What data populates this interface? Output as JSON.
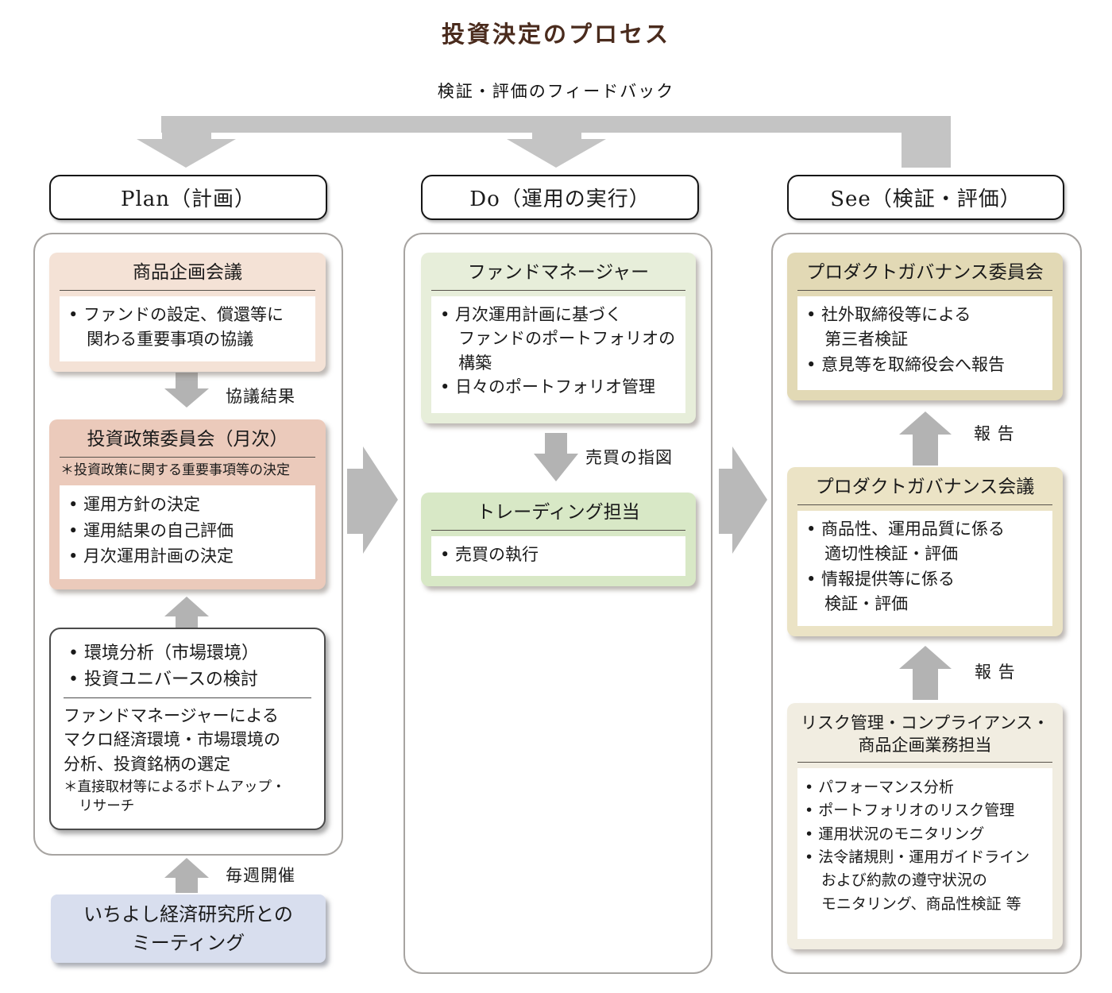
{
  "title": "投資決定のプロセス",
  "feedback": {
    "label": "検証・評価のフィードバック"
  },
  "plan": {
    "header": "Plan（計画）",
    "product_planning": {
      "title": "商品企画会議",
      "bullet1": "• ファンドの設定、償還等に\n関わる重要事項の協議"
    },
    "arrow_consult_label": "協議結果",
    "policy_committee": {
      "title": "投資政策委員会（月次）",
      "note": "＊投資政策に関する重要事項等の決定",
      "bullet1": "• 運用方針の決定",
      "bullet2": "• 運用結果の自己評価",
      "bullet3": "• 月次運用計画の決定"
    },
    "analysis": {
      "bullet1": "• 環境分析（市場環境）",
      "bullet2": "• 投資ユニバースの検討",
      "body": "ファンドマネージャーによる\nマクロ経済環境・市場環境の\n分析、投資銘柄の選定",
      "note": "＊直接取材等によるボトムアップ・\nリサーチ"
    },
    "arrow_weekly_label": "毎週開催",
    "meeting": {
      "title": "いちよし経済研究所との\nミーティング"
    }
  },
  "do": {
    "header": "Do（運用の実行）",
    "fund_manager": {
      "title": "ファンドマネージャー",
      "bullet1": "• 月次運用計画に基づく\nファンドのポートフォリオの\n構築",
      "bullet2": "• 日々のポートフォリオ管理"
    },
    "arrow_trade_label": "売買の指図",
    "trading": {
      "title": "トレーディング担当",
      "bullet1": "• 売買の執行"
    }
  },
  "see": {
    "header": "See（検証・評価）",
    "governance_committee": {
      "title": "プロダクトガバナンス委員会",
      "bullet1": "• 社外取締役等による\n第三者検証",
      "bullet2": "• 意見等を取締役会へ報告"
    },
    "arrow_report1_label": "報 告",
    "governance_meeting": {
      "title": "プロダクトガバナンス会議",
      "bullet1": "• 商品性、運用品質に係る\n適切性検証・評価",
      "bullet2": "• 情報提供等に係る\n検証・評価"
    },
    "arrow_report2_label": "報 告",
    "risk_management": {
      "title": "リスク管理・コンプライアンス・\n商品企画業務担当",
      "bullet1": "• パフォーマンス分析",
      "bullet2": "• ポートフォリオのリスク管理",
      "bullet3": "• 運用状況のモニタリング",
      "bullet4": "• 法令諸規則・運用ガイドライン\nおよび約款の遵守状況の\nモニタリング、商品性検証 等"
    }
  },
  "colors": {
    "title_text": "#4a2b1d",
    "feedback_arrow_gray": "#c4c4c4",
    "block_arrow_gray": "#b9b9b9",
    "small_arrow_gray": "#b3b3b3",
    "plan_box1_bg": "#f4e2d6",
    "plan_box2_bg": "#ebcabb",
    "meeting_bg": "#d8deee",
    "do_box1_bg": "#e7eeda",
    "do_box2_bg": "#d8e8c6",
    "see_box1_bg": "#e2d9b5",
    "see_box2_bg": "#ebe3c5",
    "see_box3_bg": "#f1ede1"
  }
}
